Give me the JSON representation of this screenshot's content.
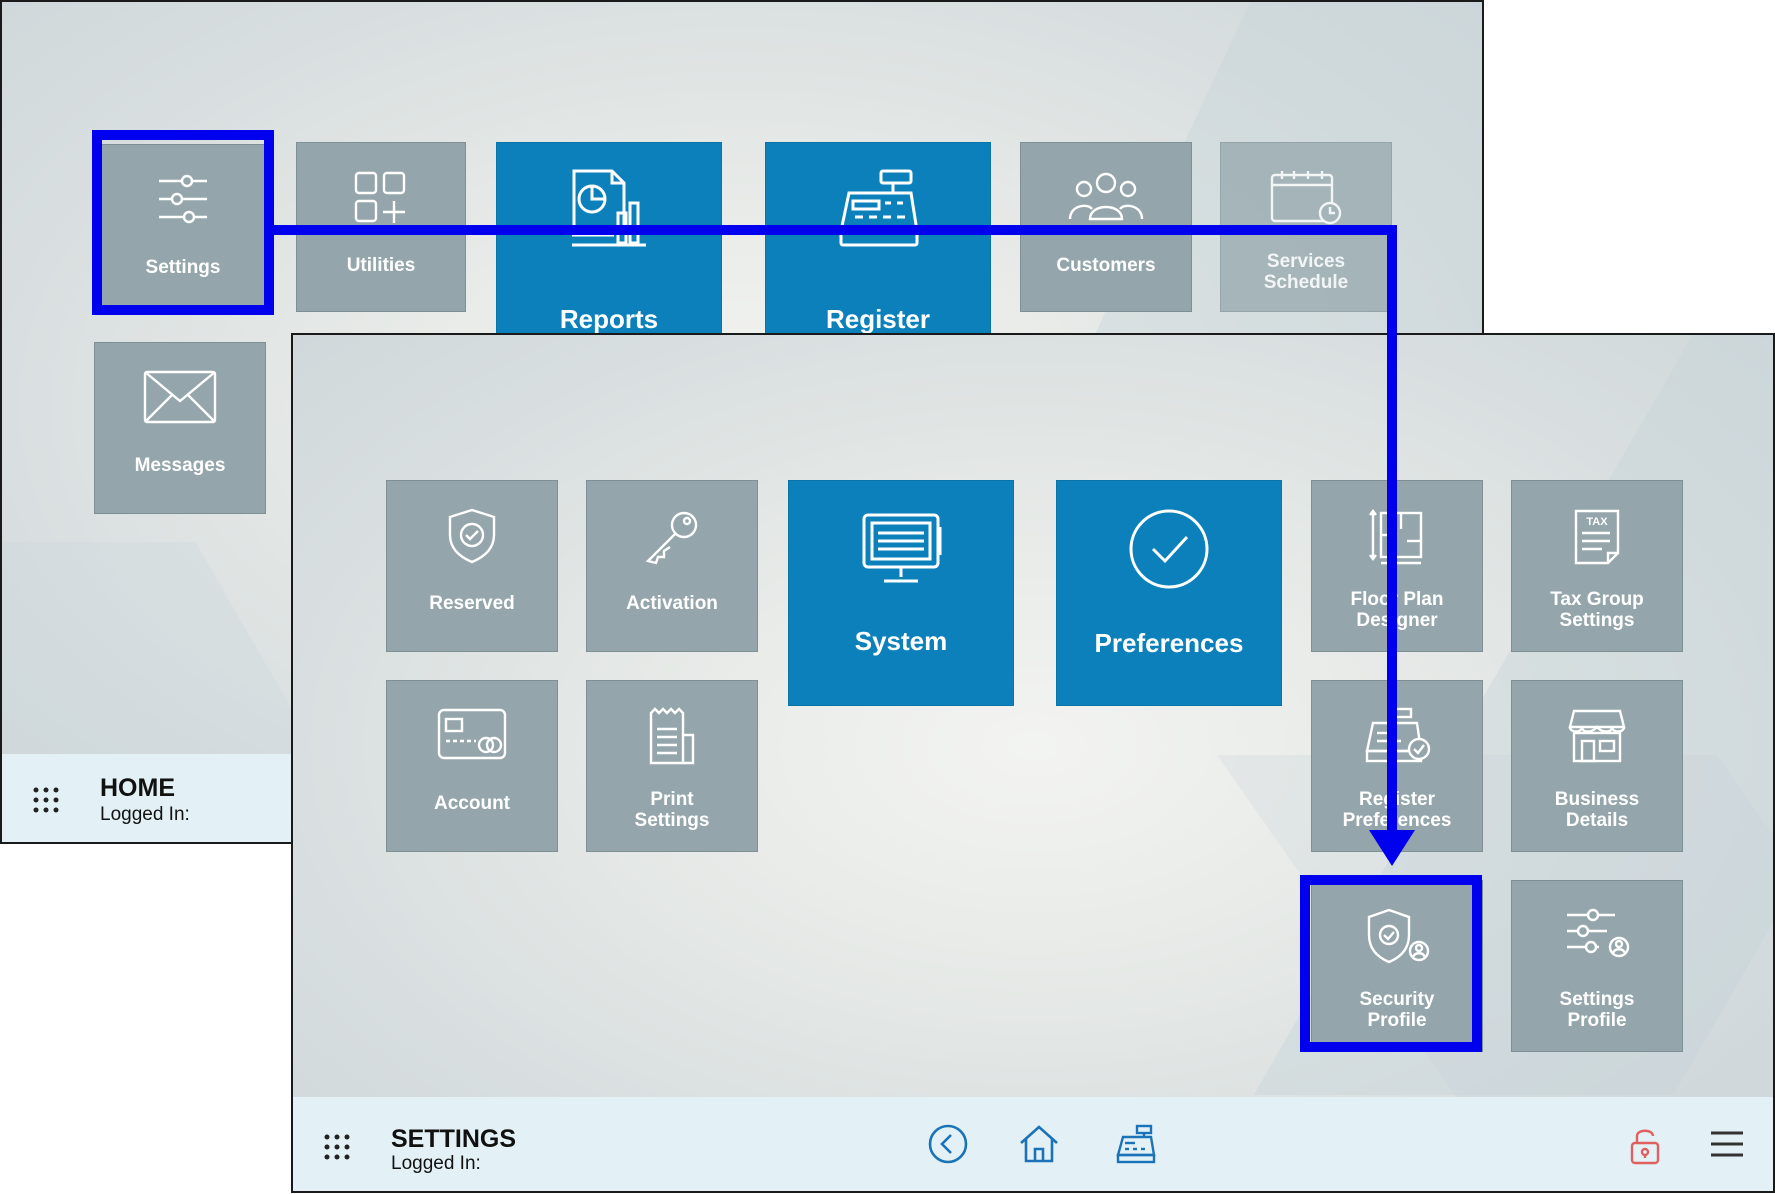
{
  "home": {
    "tiles": [
      "Settings",
      "Utilities",
      "Reports",
      "Register",
      "Customers",
      "Services\nSchedule",
      "Messages"
    ],
    "footer": {
      "title": "HOME",
      "subtitle": "Logged In:"
    }
  },
  "settings": {
    "tiles": [
      "Reserved",
      "Activation",
      "System",
      "Preferences",
      "Floor Plan\nDesigner",
      "Tax Group\nSettings",
      "Account",
      "Print\nSettings",
      "Register\nPreferences",
      "Business\nDetails",
      "Security\nProfile",
      "Settings\nProfile"
    ],
    "footer": {
      "title": "SETTINGS",
      "subtitle": "Logged In:"
    },
    "nav_icons": [
      "back-icon",
      "home-icon",
      "register-icon"
    ],
    "right_icons": [
      "lock-icon",
      "menu-icon"
    ],
    "tax_icon_text": "TAX"
  },
  "colors": {
    "tile": "#94a6ab",
    "tile_primary": "#0b80bb",
    "highlight": "#0000ee",
    "footer": "#e3f1f6",
    "lock": "#e06060"
  }
}
